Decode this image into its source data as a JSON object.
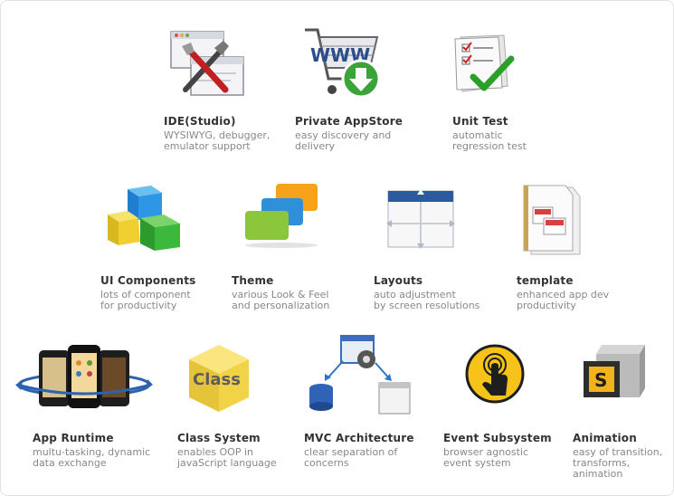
{
  "features": [
    {
      "title": "IDE(Studio)",
      "desc": "WYSIWYG, debugger,\nemulator support",
      "icon": "ide-tools-icon"
    },
    {
      "title": "Private AppStore",
      "desc": "easy discovery and\ndelivery",
      "icon": "appstore-cart-icon"
    },
    {
      "title": "Unit Test",
      "desc": "automatic\nregression test",
      "icon": "checklist-icon"
    },
    {
      "title": "UI Components",
      "desc": "lots of component\nfor productivity",
      "icon": "cubes-icon"
    },
    {
      "title": "Theme",
      "desc": "various Look & Feel\nand personalization",
      "icon": "theme-blocks-icon"
    },
    {
      "title": "Layouts",
      "desc": "auto adjustment\nby screen resolutions",
      "icon": "layout-grid-icon"
    },
    {
      "title": "template",
      "desc": "enhanced app dev\nproductivity",
      "icon": "template-document-icon"
    },
    {
      "title": "App Runtime",
      "desc": "multu-tasking, dynamic\ndata exchange",
      "icon": "phones-icon"
    },
    {
      "title": "Class System",
      "desc": "enables OOP in\njavaScript language",
      "icon": "class-cube-icon"
    },
    {
      "title": "MVC Architecture",
      "desc": "clear separation of\nconcerns",
      "icon": "mvc-diagram-icon"
    },
    {
      "title": "Event Subsystem",
      "desc": "browser agnostic\nevent system",
      "icon": "touch-hand-icon"
    },
    {
      "title": "Animation",
      "desc": "easy of transition,\ntransforms,\nanimation",
      "icon": "animation-box-icon"
    }
  ],
  "icon_labels": {
    "www": "WWW",
    "class": "Class",
    "s": "S"
  }
}
